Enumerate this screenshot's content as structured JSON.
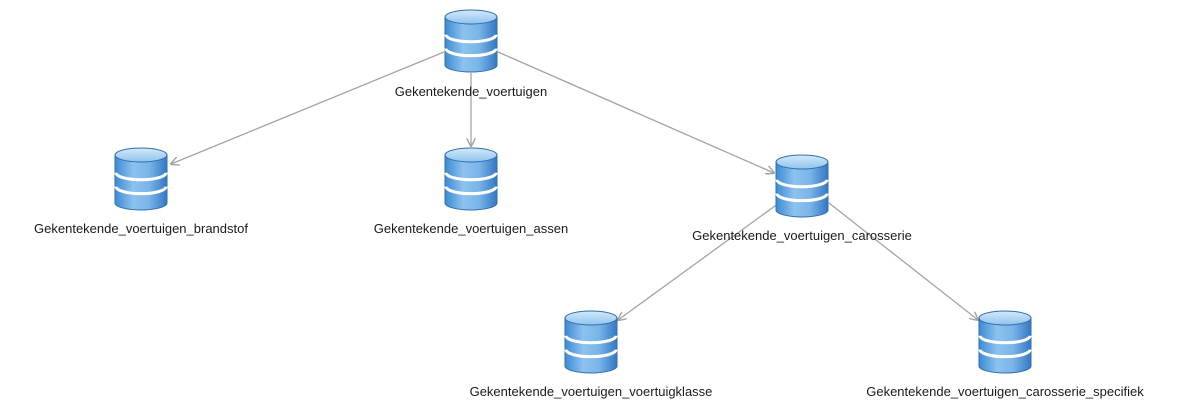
{
  "diagram": {
    "nodes": [
      {
        "id": "root",
        "label": "Gekentekende_voertuigen",
        "icon": "database-icon"
      },
      {
        "id": "brandstof",
        "label": "Gekentekende_voertuigen_brandstof",
        "icon": "database-icon"
      },
      {
        "id": "assen",
        "label": "Gekentekende_voertuigen_assen",
        "icon": "database-icon"
      },
      {
        "id": "carosserie",
        "label": "Gekentekende_voertuigen_carosserie",
        "icon": "database-icon"
      },
      {
        "id": "voertuigklasse",
        "label": "Gekentekende_voertuigen_voertuigklasse",
        "icon": "database-icon"
      },
      {
        "id": "carosserie_specifiek",
        "label": "Gekentekende_voertuigen_carosserie_specifiek",
        "icon": "database-icon"
      }
    ],
    "edges": [
      {
        "from": "root",
        "to": "brandstof"
      },
      {
        "from": "root",
        "to": "assen"
      },
      {
        "from": "root",
        "to": "carosserie"
      },
      {
        "from": "carosserie",
        "to": "voertuigklasse"
      },
      {
        "from": "carosserie",
        "to": "carosserie_specifiek"
      }
    ],
    "colors": {
      "db_top": "#a9d1f2",
      "db_body_light": "#8cc2ee",
      "db_body_dark": "#3d8ad3",
      "db_outline": "#2f6fab",
      "db_band": "#ffffff",
      "edge": "#a3a3a3",
      "label": "#1a1a1a"
    }
  }
}
